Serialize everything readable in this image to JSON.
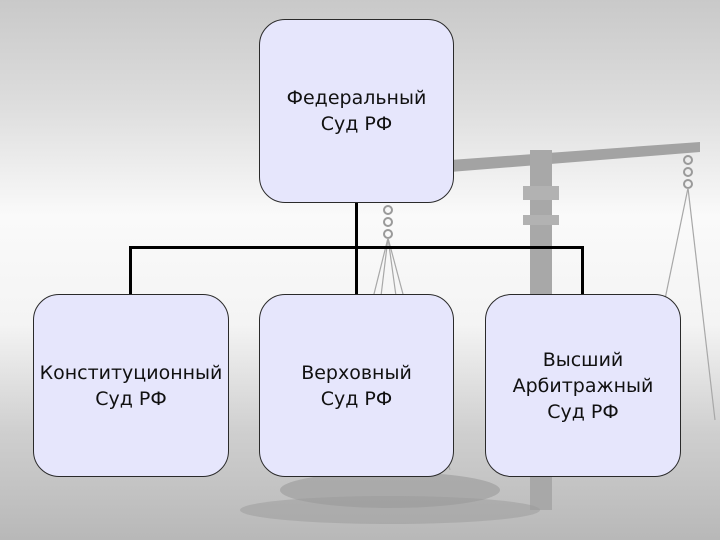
{
  "diagram": {
    "root": {
      "label": "Федеральный\nСуд РФ"
    },
    "children": [
      {
        "label": "Конституционный\nСуд РФ"
      },
      {
        "label": "Верховный\nСуд РФ"
      },
      {
        "label": "Высший\nАрбитражный\nСуд РФ"
      }
    ]
  }
}
